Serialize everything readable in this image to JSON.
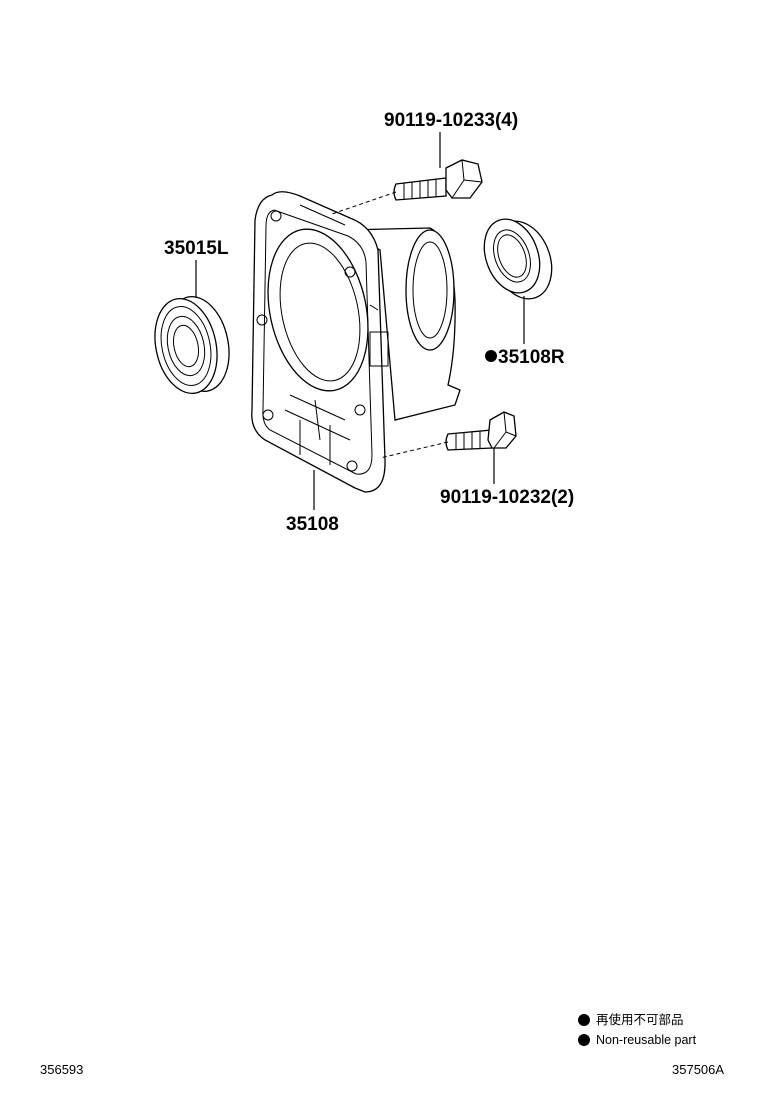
{
  "labels": {
    "bolt_top": "90119-10233(4)",
    "bearing": "35015L",
    "seal": "35108R",
    "bolt_bottom": "90119-10232(2)",
    "housing": "35108"
  },
  "legend": {
    "jp": "再使用不可部品",
    "en": "Non-reusable part"
  },
  "footer": {
    "left": "356593",
    "right": "357506A"
  },
  "icons": {
    "non_reusable_marker": "filled-circle-icon"
  }
}
